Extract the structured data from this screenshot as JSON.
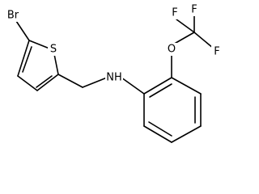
{
  "molecule": {
    "atoms": {
      "br": "Br",
      "s": "S",
      "nh": "NH",
      "o": "O",
      "f_left": "F",
      "f_top": "F",
      "f_right": "F"
    }
  },
  "colors": {
    "ink": "#000000",
    "background": "#ffffff"
  }
}
